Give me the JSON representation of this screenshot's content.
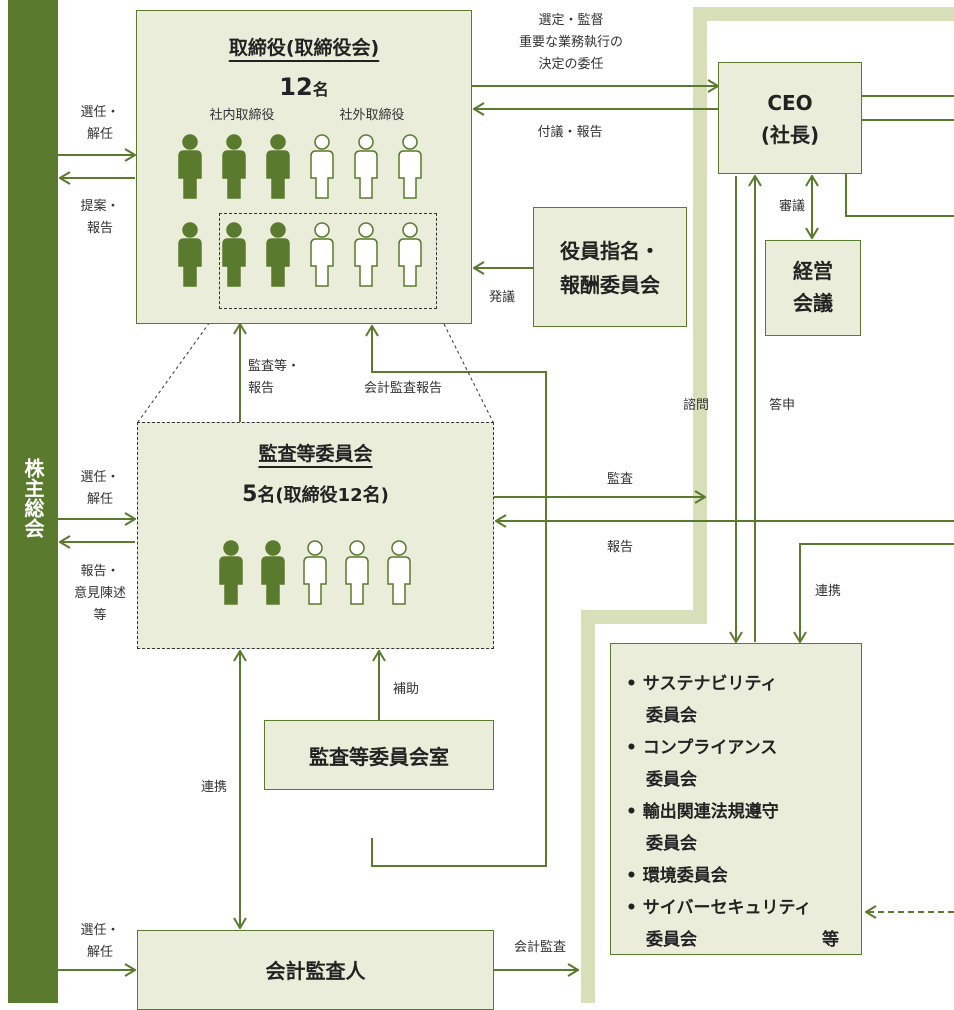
{
  "shareholders_meeting": "株主総会",
  "board": {
    "title": "取締役(取締役会)",
    "count_num": "12",
    "count_unit": "名",
    "internal_label": "社内取締役",
    "external_label": "社外取締役"
  },
  "nomination_committee": {
    "line1": "役員指名・",
    "line2": "報酬委員会"
  },
  "ceo": {
    "line1": "CEO",
    "line2": "(社長)"
  },
  "management_meeting": {
    "line1": "経営",
    "line2": "会議"
  },
  "audit_committee": {
    "title": "監査等委員会",
    "count_num": "5",
    "count_unit": "名",
    "count_note": "(取締役12名)"
  },
  "audit_office": "監査等委員会室",
  "accounting_auditor": "会計監査人",
  "committees": {
    "items": [
      {
        "line1": "サステナビリティ",
        "line2": "委員会"
      },
      {
        "line1": "コンプライアンス",
        "line2": "委員会"
      },
      {
        "line1": "輸出関連法規遵守",
        "line2": "委員会"
      },
      {
        "line1": "環境委員会",
        "line2": ""
      },
      {
        "line1": "サイバーセキュリティ",
        "line2": "委員会"
      }
    ],
    "etc": "等"
  },
  "arrows": {
    "select_supervise_1": "選定・監督",
    "select_supervise_2": "重要な業務執行の",
    "select_supervise_3": "決定の委任",
    "refer_report": "付議・報告",
    "deliberation": "審議",
    "proposal_nom": "発議",
    "elect1_a": "選任・",
    "elect1_b": "解任",
    "propose_a": "提案・",
    "propose_b": "報告",
    "audit_report_a": "監査等・",
    "audit_report_b": "報告",
    "acct_audit_report": "会計監査報告",
    "consult": "諮問",
    "answer": "答申",
    "elect2_a": "選任・",
    "elect2_b": "解任",
    "report_opinion_a": "報告・",
    "report_opinion_b": "意見陳述",
    "report_opinion_c": "等",
    "audit": "監査",
    "report": "報告",
    "cooperate_right": "連携",
    "assist": "補助",
    "cooperate_left": "連携",
    "elect3_a": "選任・",
    "elect3_b": "解任",
    "acct_audit": "会計監査"
  },
  "colors": {
    "green": "#5a7a2e",
    "light_green": "#e9edd9",
    "pale_band": "#d7e0b8"
  }
}
